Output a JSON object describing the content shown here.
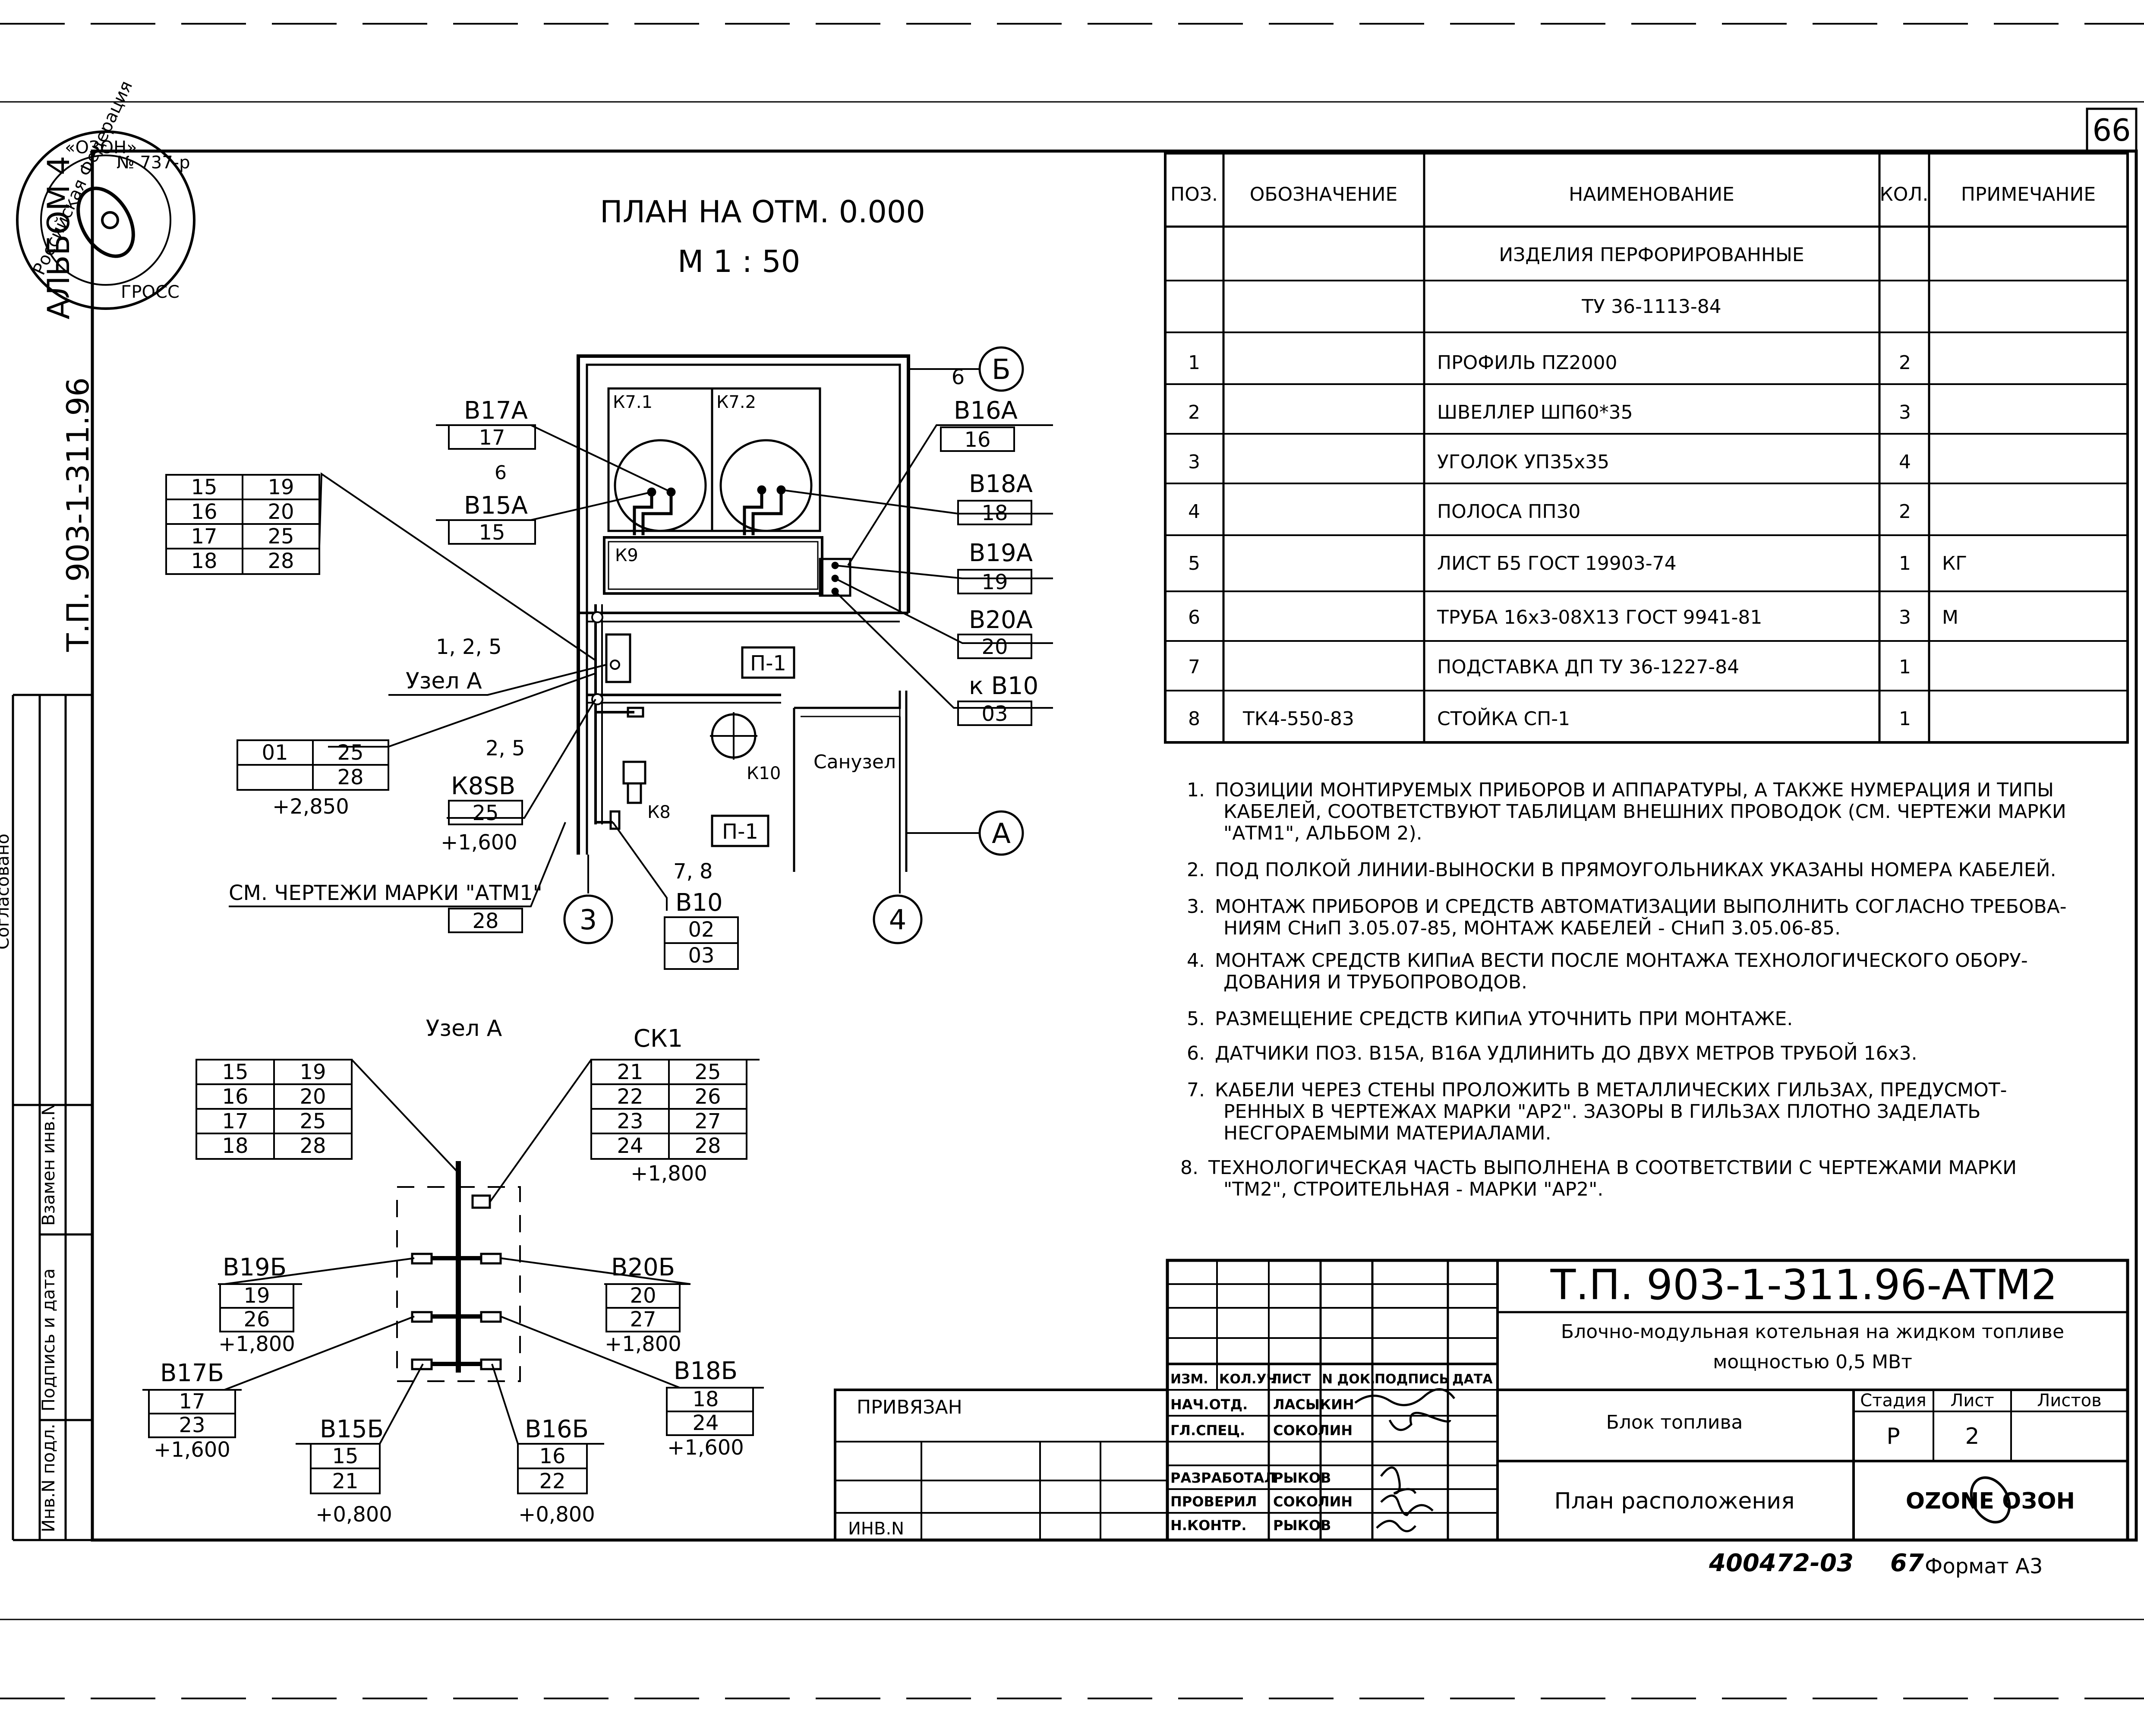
{
  "sheet": {
    "page_number": "66",
    "stamp_text": [
      "Российская Федерация",
      "«ОЗОН»",
      "№ 737-р",
      "ГРОСС"
    ],
    "album_label": "АЛЬБОМ 4",
    "side_title": "Т.П. 903-1-311.96",
    "side_fields": {
      "agreed": "Согласовано",
      "replace_inv": "Взамен инв.N",
      "sign_date": "Подпись и дата",
      "inv_orig": "Инв.N подл."
    }
  },
  "plan": {
    "title": "ПЛАН НА ОТМ. 0.000",
    "scale": "М  1 : 50",
    "labels": {
      "b17a": "В17А",
      "b17a_num": "17",
      "b15a_pos": "6",
      "b15a": "В15А",
      "b15a_num": "15",
      "b16a": "В16А",
      "b16a_num": "16",
      "b18a": "В18А",
      "b18a_num": "18",
      "b19a": "В19А",
      "b19a_num": "19",
      "b20a": "В20А",
      "b20a_num": "20",
      "kb10": "к В10",
      "kb10_num": "03",
      "axis_b_num": "6",
      "axis_b": "Б",
      "axis_a": "А",
      "axis_3": "3",
      "axis_4": "4",
      "k71": "К7.1",
      "k72": "К7.2",
      "k9": "К9",
      "k10": "К10",
      "k8": "К8",
      "p1a": "П-1",
      "p1b": "П-1",
      "sanuzel": "Санузел",
      "uzel_pos": "1, 2, 5",
      "uzel": "Узел А",
      "k8sb_pos": "2, 5",
      "k8sb": "К8SВ",
      "k8sb_num": "25",
      "k8sb_elev": "+1,600",
      "elev_2850": "+2,850",
      "see_atm1": "СМ. ЧЕРТЕЖИ МАРКИ \"АТМ1\"",
      "see_num": "28",
      "b10_pos": "7, 8",
      "b10": "В10",
      "b10_n1": "02",
      "b10_n2": "03"
    },
    "cable_table_1": [
      [
        "15",
        "19"
      ],
      [
        "16",
        "20"
      ],
      [
        "17",
        "25"
      ],
      [
        "18",
        "28"
      ]
    ],
    "cable_table_2": [
      [
        "01",
        "25"
      ],
      [
        "",
        "28"
      ]
    ]
  },
  "node": {
    "title": "Узел А",
    "left_table": [
      [
        "15",
        "19"
      ],
      [
        "16",
        "20"
      ],
      [
        "17",
        "25"
      ],
      [
        "18",
        "28"
      ]
    ],
    "ck1": {
      "label": "СК1",
      "rows": [
        [
          "21",
          "25"
        ],
        [
          "22",
          "26"
        ],
        [
          "23",
          "27"
        ],
        [
          "24",
          "28"
        ]
      ],
      "elev": "+1,800"
    },
    "b19b": {
      "label": "В19Б",
      "n1": "19",
      "n2": "26",
      "elev": "+1,800"
    },
    "b20b": {
      "label": "В20Б",
      "n1": "20",
      "n2": "27",
      "elev": "+1,800"
    },
    "b17b": {
      "label": "В17Б",
      "n1": "17",
      "n2": "23",
      "elev": "+1,600"
    },
    "b18b": {
      "label": "В18Б",
      "n1": "18",
      "n2": "24",
      "elev": "+1,600"
    },
    "b15b": {
      "label": "В15Б",
      "n1": "15",
      "n2": "21",
      "elev": "+0,800"
    },
    "b16b": {
      "label": "В16Б",
      "n1": "16",
      "n2": "22",
      "elev": "+0,800"
    }
  },
  "spec": {
    "headers": [
      "ПОЗ.",
      "ОБОЗНАЧЕНИЕ",
      "НАИМЕНОВАНИЕ",
      "КОЛ.",
      "ПРИМЕЧАНИЕ"
    ],
    "section_title": "ИЗДЕЛИЯ ПЕРФОРИРОВАННЫЕ",
    "section_subtitle": "ТУ 36-1113-84",
    "rows": [
      {
        "pos": "1",
        "code": "",
        "name": "ПРОФИЛЬ   ПZ2000",
        "qty": "2",
        "note": ""
      },
      {
        "pos": "2",
        "code": "",
        "name": "ШВЕЛЛЕР   ШП60*35",
        "qty": "3",
        "note": ""
      },
      {
        "pos": "3",
        "code": "",
        "name": "УГОЛОК   УП35x35",
        "qty": "4",
        "note": ""
      },
      {
        "pos": "4",
        "code": "",
        "name": "ПОЛОСА   ПП30",
        "qty": "2",
        "note": ""
      },
      {
        "pos": "5",
        "code": "",
        "name": "ЛИСТ  Б5   ГОСТ 19903-74",
        "qty": "1",
        "note": "КГ"
      },
      {
        "pos": "6",
        "code": "",
        "name": "ТРУБА 16x3-08X13   ГОСТ 9941-81",
        "qty": "3",
        "note": "М"
      },
      {
        "pos": "7",
        "code": "",
        "name": "ПОДСТАВКА  ДП   ТУ 36-1227-84",
        "qty": "1",
        "note": ""
      },
      {
        "pos": "8",
        "code": "ТК4-550-83",
        "name": "СТОЙКА  СП-1",
        "qty": "1",
        "note": ""
      }
    ]
  },
  "notes": [
    {
      "num": "1.",
      "lines": [
        "ПОЗИЦИИ МОНТИРУЕМЫХ ПРИБОРОВ И АППАРАТУРЫ, А ТАКЖЕ НУМЕРАЦИЯ И ТИПЫ",
        "КАБЕЛЕЙ, СООТВЕТСТВУЮТ ТАБЛИЦАМ ВНЕШНИХ ПРОВОДОК (СМ. ЧЕРТЕЖИ МАРКИ",
        "\"АТМ1\", АЛЬБОМ 2)."
      ]
    },
    {
      "num": "2.",
      "lines": [
        "ПОД ПОЛКОЙ ЛИНИИ-ВЫНОСКИ  В ПРЯМОУГОЛЬНИКАХ УКАЗАНЫ НОМЕРА КАБЕЛЕЙ."
      ]
    },
    {
      "num": "3.",
      "lines": [
        "МОНТАЖ ПРИБОРОВ И СРЕДСТВ АВТОМАТИЗАЦИИ ВЫПОЛНИТЬ СОГЛАСНО ТРЕБОВА-",
        "НИЯМ  СНиП 3.05.07-85, МОНТАЖ КАБЕЛЕЙ - СНиП 3.05.06-85."
      ]
    },
    {
      "num": "4.",
      "lines": [
        "МОНТАЖ СРЕДСТВ  КИПиА  ВЕСТИ ПОСЛЕ МОНТАЖА ТЕХНОЛОГИЧЕСКОГО ОБОРУ-",
        "ДОВАНИЯ И ТРУБОПРОВОДОВ."
      ]
    },
    {
      "num": "5.",
      "lines": [
        "РАЗМЕЩЕНИЕ СРЕДСТВ  КИПиА  УТОЧНИТЬ ПРИ МОНТАЖЕ."
      ]
    },
    {
      "num": "6.",
      "lines": [
        "ДАТЧИКИ ПОЗ. В15А, В16А  УДЛИНИТЬ ДО ДВУХ МЕТРОВ ТРУБОЙ  16x3."
      ]
    },
    {
      "num": "7.",
      "lines": [
        "КАБЕЛИ  ЧЕРЕЗ СТЕНЫ  ПРОЛОЖИТЬ  В МЕТАЛЛИЧЕСКИХ  ГИЛЬЗАХ, ПРЕДУСМОТ-",
        "РЕННЫХ  В  ЧЕРТЕЖАХ  МАРКИ \"АР2\". ЗАЗОРЫ  В  ГИЛЬЗАХ ПЛОТНО ЗАДЕЛАТЬ",
        "НЕСГОРАЕМЫМИ МАТЕРИАЛАМИ."
      ]
    },
    {
      "num": "8.",
      "lines": [
        "ТЕХНОЛОГИЧЕСКАЯ ЧАСТЬ ВЫПОЛНЕНА  В СООТВЕТСТВИИ  С ЧЕРТЕЖАМИ  МАРКИ",
        "\"ТМ2\", СТРОИТЕЛЬНАЯ - МАРКИ \"АР2\"."
      ]
    }
  ],
  "title_block": {
    "designation": "Т.П.  903-1-311.96-АТМ2",
    "project_line1": "Блочно-модульная котельная на жидком топливе",
    "project_line2": "мощностью  0,5 МВт",
    "col_headers": [
      "ИЗМ.",
      "КОЛ.УЧ.",
      "ЛИСТ",
      "N ДОК.",
      "ПОДПИСЬ",
      "ДАТА"
    ],
    "staff": [
      {
        "role": "НАЧ.ОТД.",
        "name": "ЛАСЫКИН"
      },
      {
        "role": "ГЛ.СПЕЦ.",
        "name": "СОКОЛИН"
      },
      {
        "role": "",
        "name": ""
      },
      {
        "role": "РАЗРАБОТАЛ",
        "name": "РЫКОВ"
      },
      {
        "role": "ПРОВЕРИЛ",
        "name": "СОКОЛИН"
      },
      {
        "role": "Н.КОНТР.",
        "name": "РЫКОВ"
      }
    ],
    "part_name": "Блок топлива",
    "stage_label": "Стадия",
    "sheet_label": "Лист",
    "sheets_label": "Листов",
    "stage": "Р",
    "sheet": "2",
    "sheets": "",
    "drawing_name": "План расположения",
    "logo": "OZONE ОЗОН",
    "bound_label": "ПРИВЯЗАН",
    "inv_label": "ИНВ.N"
  },
  "footer": {
    "archive_no": "400472-03",
    "page_copy": "67",
    "format": "Формат А3"
  }
}
